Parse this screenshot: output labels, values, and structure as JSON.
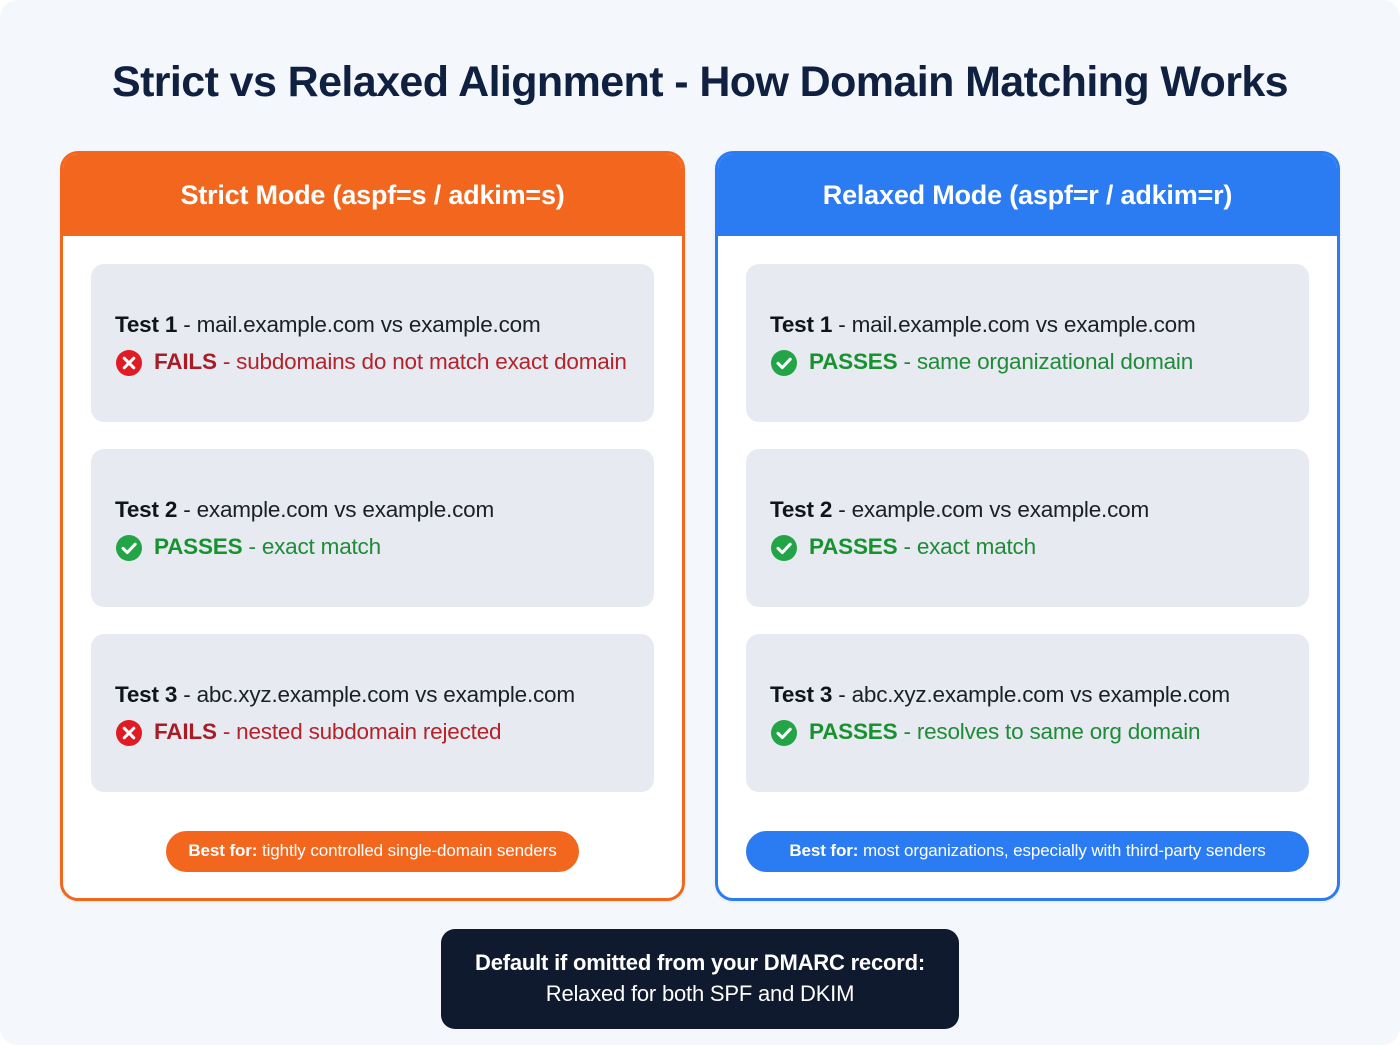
{
  "title": "Strict vs Relaxed Alignment - How Domain Matching Works",
  "colors": {
    "strict": "#f2671d",
    "relaxed": "#2b7bf3",
    "pass": "#17922f",
    "fail": "#a81c26",
    "page_background": "#f4f7fb",
    "test_box_background": "#e7eaf1",
    "footer_background": "#101a2e",
    "title_text": "#0f2040"
  },
  "cards": [
    {
      "mode": "strict",
      "header": "Strict Mode (aspf=s / adkim=s)",
      "tests": [
        {
          "label": "Test 1",
          "separator": " - ",
          "comparison": "mail.example.com vs example.com",
          "status": "fail",
          "icon": "x-circle-icon",
          "verdict": "FAILS",
          "reason": " - subdomains do not match exact domain"
        },
        {
          "label": "Test 2",
          "separator": " - ",
          "comparison": "example.com vs example.com",
          "status": "pass",
          "icon": "check-circle-icon",
          "verdict": "PASSES",
          "reason": " - exact match"
        },
        {
          "label": "Test 3",
          "separator": " - ",
          "comparison": "abc.xyz.example.com vs example.com",
          "status": "fail",
          "icon": "x-circle-icon",
          "verdict": "FAILS",
          "reason": " - nested subdomain rejected"
        }
      ],
      "best_for_label": "Best for:",
      "best_for_text": " tightly controlled single-domain senders"
    },
    {
      "mode": "relaxed",
      "header": "Relaxed Mode (aspf=r / adkim=r)",
      "tests": [
        {
          "label": "Test 1",
          "separator": " - ",
          "comparison": "mail.example.com vs example.com",
          "status": "pass",
          "icon": "check-circle-icon",
          "verdict": "PASSES",
          "reason": " - same organizational domain"
        },
        {
          "label": "Test 2",
          "separator": " - ",
          "comparison": "example.com vs example.com",
          "status": "pass",
          "icon": "check-circle-icon",
          "verdict": "PASSES",
          "reason": " - exact match"
        },
        {
          "label": "Test 3",
          "separator": " - ",
          "comparison": "abc.xyz.example.com vs example.com",
          "status": "pass",
          "icon": "check-circle-icon",
          "verdict": "PASSES",
          "reason": " - resolves to same org domain"
        }
      ],
      "best_for_label": "Best for:",
      "best_for_text": " most organizations, especially with third-party senders"
    }
  ],
  "footer": {
    "line1": "Default if omitted from your DMARC record:",
    "line2": "Relaxed for both SPF and DKIM"
  }
}
